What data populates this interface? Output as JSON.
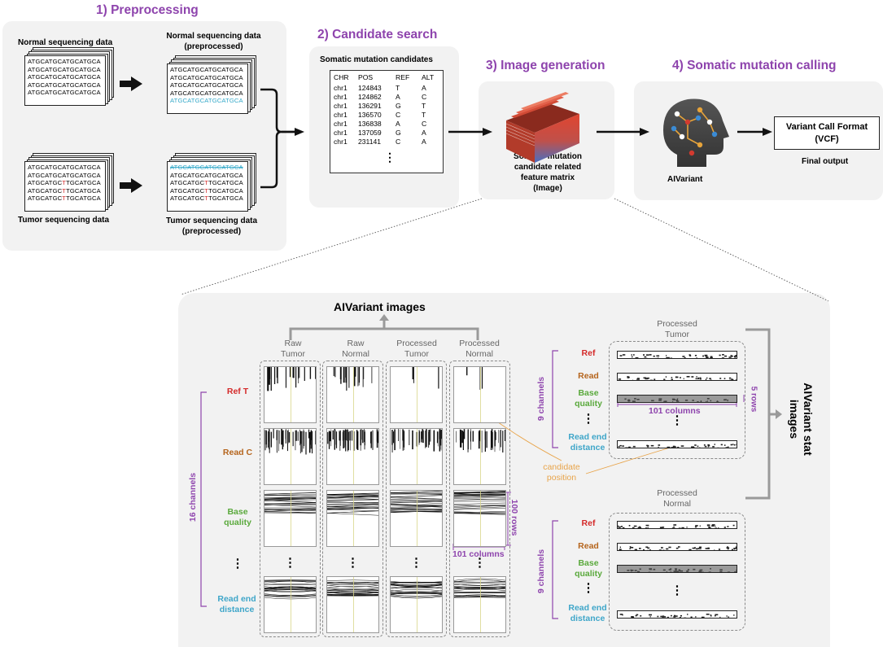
{
  "sections": {
    "preprocessing": {
      "title": "1) Preprocessing"
    },
    "candidate_search": {
      "title": "2) Candidate search"
    },
    "image_generation": {
      "title": "3) Image generation"
    },
    "somatic_calling": {
      "title": "4) Somatic mutation calling"
    }
  },
  "preprocessing": {
    "normal_raw_label": "Normal sequencing data",
    "normal_pre_label": "Normal sequencing data\n(preprocessed)",
    "tumor_raw_label": "Tumor sequencing data",
    "tumor_pre_label": "Tumor sequencing data\n(preprocessed)",
    "normal_raw_lines": [
      "ATGCATGCATGCATGCA",
      "ATGCATGCATGCATGCA",
      "ATGCATGCATGCATGCA",
      "ATGCATGCATGCATGCA",
      "ATGCATGCATGCATGCA"
    ],
    "normal_pre_lines": [
      "ATGCATGCATGCATGCA",
      "ATGCATGCATGCATGCA",
      "ATGCATGCATGCATGCA",
      "ATGCATGCATGCATGCA",
      "ATGCATGCATGCATGCA"
    ],
    "tumor_raw_lines": [
      "ATGCATGCATGCATGCA",
      "ATGCATGCATGCATGCA",
      "ATGCATGCTTGCATGCA",
      "ATGCATGCTTGCATGCA",
      "ATGCATGCTTGCATGCA"
    ],
    "tumor_pre_lines": [
      "ATGCATGCATGCATGCA",
      "ATGCATGCATGCATGCA",
      "ATGCATGCTTGCATGCA",
      "ATGCATGCTTGCATGCA",
      "ATGCATGCTTGCATGCA"
    ]
  },
  "candidates": {
    "title": "Somatic mutation candidates",
    "headers": [
      "CHR",
      "POS",
      "REF",
      "ALT"
    ],
    "rows": [
      [
        "chr1",
        "124843",
        "T",
        "A"
      ],
      [
        "chr1",
        "124862",
        "A",
        "C"
      ],
      [
        "chr1",
        "136291",
        "G",
        "T"
      ],
      [
        "chr1",
        "136570",
        "C",
        "T"
      ],
      [
        "chr1",
        "136838",
        "A",
        "C"
      ],
      [
        "chr1",
        "137059",
        "G",
        "A"
      ],
      [
        "chr1",
        "231141",
        "C",
        "A"
      ]
    ],
    "more": "⋮"
  },
  "image_generation": {
    "caption": "Somatic mutation\ncandidate related\nfeature matrix\n(Image)"
  },
  "calling": {
    "model_label": "AIVariant",
    "vcf_label": "Variant Call Format\n(VCF)",
    "final_label": "Final output"
  },
  "detail": {
    "title": "AIVariant images",
    "columns": [
      "Raw\nTumor",
      "Raw\nNormal",
      "Processed\nTumor",
      "Processed\nNormal"
    ],
    "channel_count_label": "16 channels",
    "channels": [
      {
        "label": "Ref T",
        "color": "#d42a2a"
      },
      {
        "label": "Read C",
        "color": "#b5651d"
      },
      {
        "label": "Base\nquality",
        "color": "#5aa93c"
      },
      {
        "label": "⋮",
        "color": "#000000"
      },
      {
        "label": "Read end\ndistance",
        "color": "#3fa6c9"
      }
    ],
    "rows_label": "100 rows",
    "cols_label": "101 columns",
    "candidate_label": "candidate\nposition",
    "stat_title": "AIVariant stat\nimages",
    "stat_groups": [
      {
        "header": "Processed\nTumor",
        "channels_label": "9 channels",
        "rows_label": "5 rows",
        "cols_label": "101 columns"
      },
      {
        "header": "Processed\nNormal",
        "channels_label": "9 channels"
      }
    ],
    "stat_channels": [
      {
        "label": "Ref",
        "color": "#d42a2a"
      },
      {
        "label": "Read",
        "color": "#b5651d"
      },
      {
        "label": "Base\nquality",
        "color": "#5aa93c"
      },
      {
        "label": "⋮",
        "color": "#000000"
      },
      {
        "label": "Read end\ndistance",
        "color": "#3fa6c9"
      }
    ]
  }
}
